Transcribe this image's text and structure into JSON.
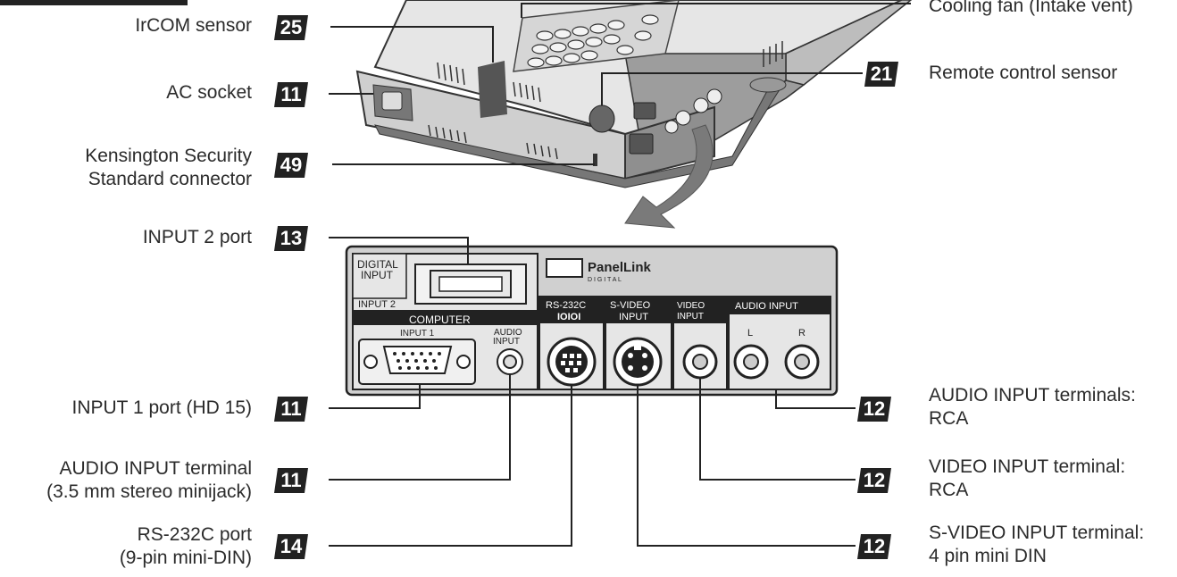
{
  "callouts": [
    {
      "id": "irc",
      "label": "IrCOM sensor",
      "page": "25"
    },
    {
      "id": "ac",
      "label": "AC socket",
      "page": "11"
    },
    {
      "id": "kens",
      "label_lines": [
        "Kensington Security",
        "Standard connector"
      ],
      "page": "49"
    },
    {
      "id": "in2",
      "label": "INPUT 2 port",
      "page": "13"
    },
    {
      "id": "in1",
      "label": "INPUT 1 port (HD 15)",
      "page": "11"
    },
    {
      "id": "ain",
      "label_lines": [
        "AUDIO INPUT terminal",
        "(3.5 mm stereo minijack)"
      ],
      "page": "11"
    },
    {
      "id": "rs",
      "label_lines": [
        "RS-232C port",
        "(9-pin mini-DIN)"
      ],
      "page": "14"
    },
    {
      "id": "cool",
      "label": "Cooling fan (Intake vent)"
    },
    {
      "id": "remote",
      "label": "Remote control sensor",
      "page": "21"
    },
    {
      "id": "audio_terms",
      "label_lines": [
        "AUDIO INPUT terminals:",
        "RCA"
      ],
      "page": "12"
    },
    {
      "id": "video_term",
      "label_lines": [
        "VIDEO INPUT terminal:",
        "RCA"
      ],
      "page": "12"
    },
    {
      "id": "svideo_term",
      "label_lines": [
        "S-VIDEO INPUT terminal:",
        "4 pin mini DIN"
      ],
      "page": "12"
    }
  ],
  "panel": {
    "digital": [
      "DIGITAL",
      "INPUT"
    ],
    "input2": "INPUT 2",
    "computer": "COMPUTER",
    "input1": "INPUT 1",
    "audio_small": [
      "AUDIO",
      "INPUT"
    ],
    "panellink": "PanelLink",
    "panellink_sub": "D I G I T A L",
    "rs232c": "RS-232C",
    "rs_sym": "IOIOI",
    "svideo": [
      "S-VIDEO",
      "INPUT"
    ],
    "video": [
      "VIDEO",
      "INPUT"
    ],
    "audio_input": "AUDIO INPUT",
    "l": "L",
    "r": "R"
  }
}
